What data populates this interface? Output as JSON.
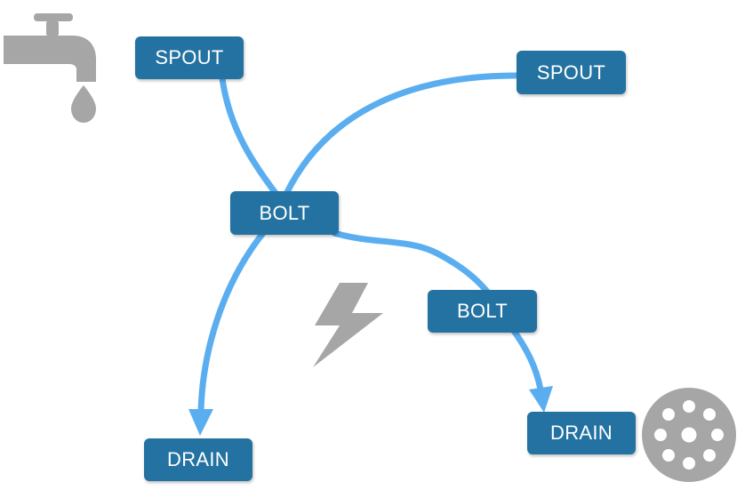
{
  "nodes": {
    "spout_1": "SPOUT",
    "spout_2": "SPOUT",
    "bolt_1": "BOLT",
    "bolt_2": "BOLT",
    "drain_1": "DRAIN",
    "drain_2": "DRAIN"
  },
  "edges": [
    {
      "from": "spout_1",
      "to": "bolt_1"
    },
    {
      "from": "spout_2",
      "to": "bolt_1"
    },
    {
      "from": "bolt_1",
      "to": "drain_1",
      "arrow": true
    },
    {
      "from": "bolt_1",
      "to": "bolt_2"
    },
    {
      "from": "bolt_2",
      "to": "drain_2",
      "arrow": true
    }
  ],
  "icons": [
    "faucet-icon",
    "lightning-bolt-icon",
    "drain-grate-icon"
  ],
  "colors": {
    "node_fill": "#2372a1",
    "node_text": "#ffffff",
    "edge": "#5aaef0",
    "icon": "#a6a6a6"
  }
}
